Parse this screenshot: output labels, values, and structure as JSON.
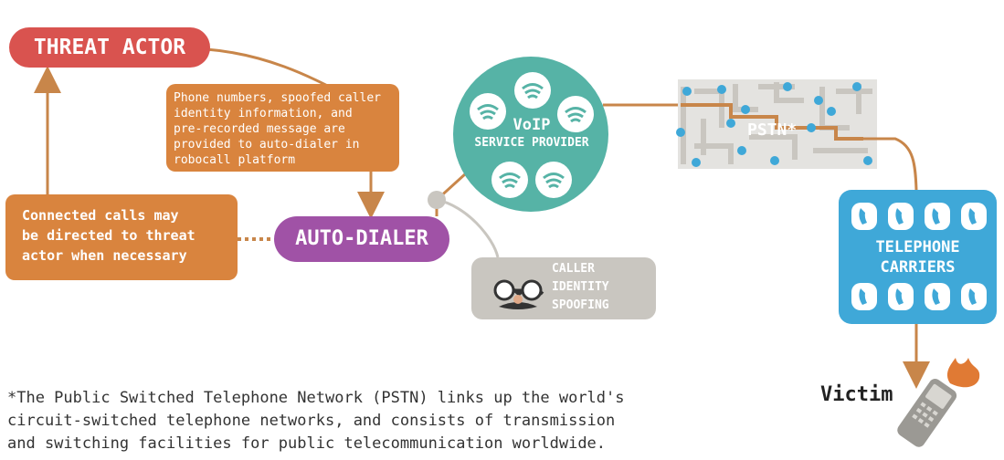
{
  "nodes": {
    "threat_actor": "THREAT ACTOR",
    "note": "Phone numbers, spoofed caller\nidentity information, and\npre-recorded message are\nprovided to auto-dialer in\nrobocall platform",
    "connected_calls": "Connected calls may\nbe directed to threat\nactor when necessary",
    "auto_dialer": "AUTO-DIALER",
    "voip_title": "VoIP",
    "voip_subtitle": "SERVICE PROVIDER",
    "caller_spoofing": "CALLER\nIDENTITY\nSPOOFING",
    "pstn": "PSTN*",
    "carriers": "TELEPHONE\nCARRIERS",
    "victim": "Victim"
  },
  "footnote": "*The Public Switched Telephone Network (PSTN) links up the world's\ncircuit-switched telephone networks, and consists of transmission\nand switching facilities for public telecommunication worldwide.",
  "colors": {
    "threat": "#d9534f",
    "orange": "#d9843e",
    "purple": "#a052a6",
    "teal": "#56b3a6",
    "gray": "#c9c6c0",
    "blue": "#3fa8d8",
    "line": "#c8864a"
  },
  "icons": [
    "wifi-icon",
    "phone-icon",
    "glasses-mask-icon",
    "mobile-phone-icon",
    "fire-icon"
  ]
}
